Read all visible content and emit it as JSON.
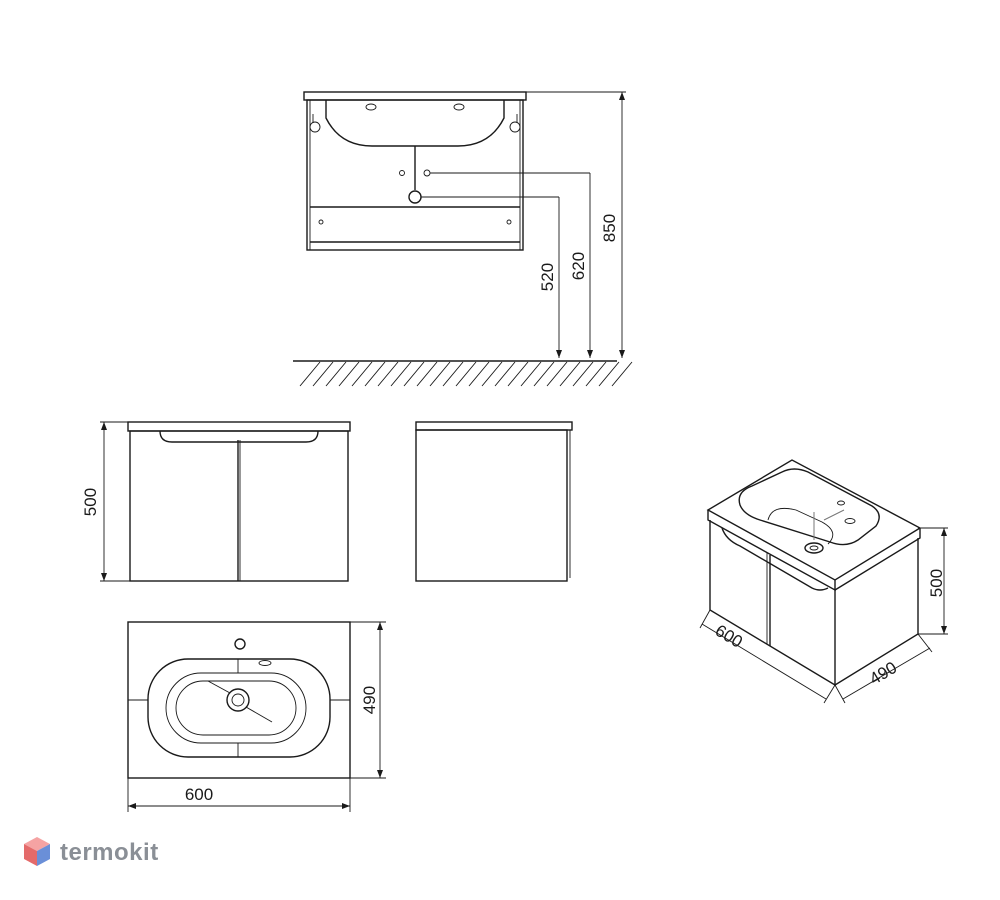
{
  "dimensions": {
    "total_height": "850",
    "pipe_outlet_height": "620",
    "drain_height": "520",
    "cabinet_height": "500",
    "top_width": "600",
    "top_depth": "490",
    "iso_width": "600",
    "iso_depth": "490",
    "iso_height": "500"
  },
  "watermark": {
    "text": "termokit",
    "colors": {
      "light": "#f5a3a3",
      "mid": "#e46a6a",
      "blue": "#6a8fd8"
    }
  },
  "stroke_color": "#1a1a1a"
}
